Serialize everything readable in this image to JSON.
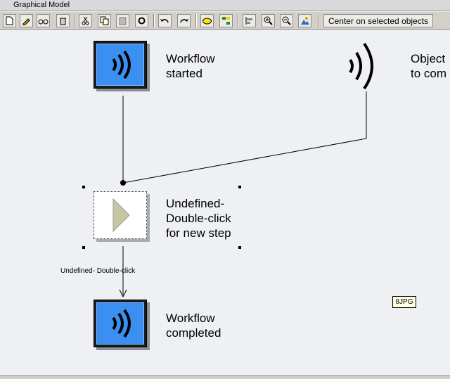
{
  "window": {
    "title": "Graphical Model"
  },
  "toolbar": {
    "center_label": "Center on selected objects",
    "icons": [
      "new-icon",
      "pencil-icon",
      "glasses-icon",
      "trash-icon",
      "cut-icon",
      "copy-icon",
      "paste-icon",
      "settings-icon",
      "undo-icon",
      "redo-icon",
      "ellipse-icon",
      "tree-icon",
      "align-icon",
      "zoom-in-icon",
      "zoom-out-icon",
      "landscape-icon"
    ]
  },
  "diagram": {
    "start": {
      "line1": "Workflow",
      "line2": "started"
    },
    "object": {
      "line1": "Object",
      "line2": "to com"
    },
    "step": {
      "line1": "Undefined-",
      "line2": "Double-click",
      "line3": "for new step"
    },
    "connector_label": "Undefined- Double-click",
    "end": {
      "line1": "Workflow",
      "line2": "completed"
    },
    "tooltip": "8JPG"
  },
  "colors": {
    "event_blue": "#3a8ff0",
    "canvas": "#eef0f4",
    "step_triangle": "#c8c6a0"
  }
}
